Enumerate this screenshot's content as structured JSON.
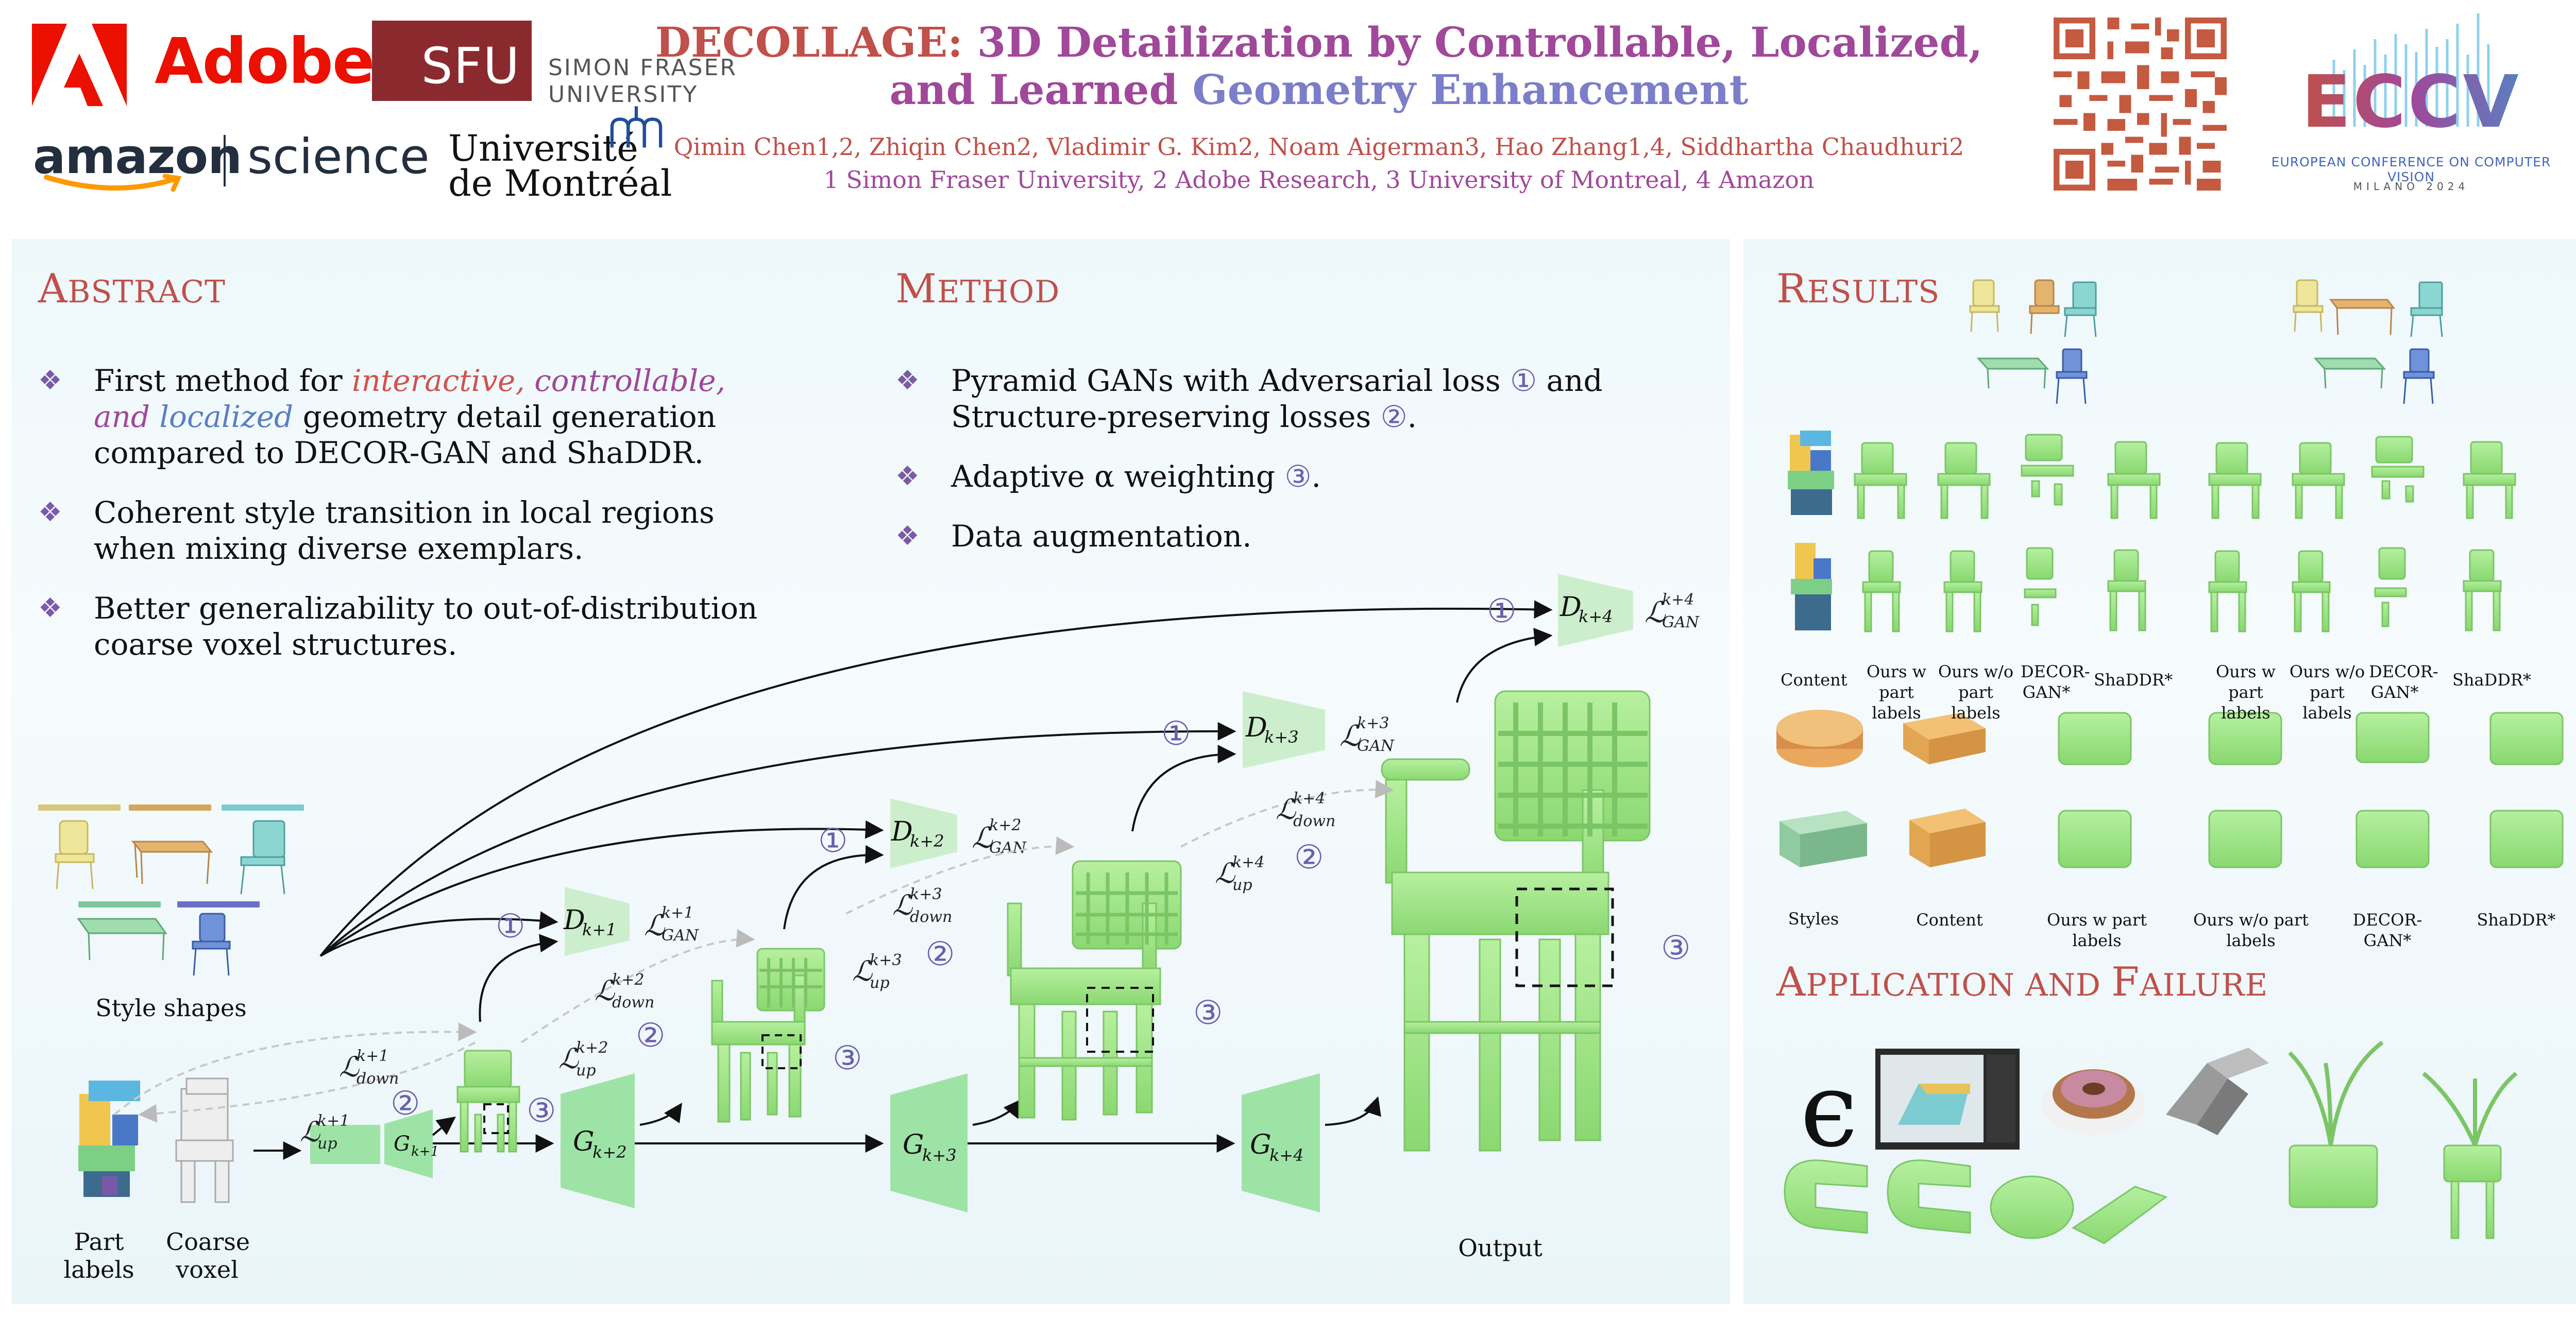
{
  "header": {
    "logos": {
      "adobe": "Adobe",
      "sfu_mark": "SFU",
      "sfu_name_line1": "SIMON FRASER",
      "sfu_name_line2": "UNIVERSITY",
      "amazon": "amazon",
      "science": "science",
      "udem_line1": "Université",
      "udem_line2": "de Montréal",
      "eccv_word": "ECCV",
      "eccv_subtitle": "EUROPEAN CONFERENCE ON COMPUTER VISION",
      "eccv_city": "MILANO 2024"
    },
    "title": {
      "part1": "DECOLLAGE: ",
      "part2": "3D Detailization by Controllable, Localized,",
      "part3": "and Learned ",
      "part4": "Geometry Enhancement"
    },
    "authors": "Qimin Chen1,2, Zhiqin Chen2, Vladimir G. Kim2, Noam Aigerman3, Hao Zhang1,4, Siddhartha Chaudhuri2",
    "affiliations": "1 Simon Fraser University, 2 Adobe Research, 3 University of Montreal, 4 Amazon"
  },
  "abstract": {
    "heading_first": "A",
    "heading_rest": "BSTRACT",
    "bullet_symbol": "❖",
    "b1_prefix": "First method for ",
    "b1_i1": "interactive, ",
    "b1_i2": "controllable, and",
    "b1_i3": "localized",
    "b1_suffix": " geometry detail generation compared to DECOR-GAN and ShaDDR.",
    "b2": "Coherent style transition in local regions when mixing diverse exemplars.",
    "b3": "Better generalizability to out-of-distribution coarse voxel structures."
  },
  "method": {
    "heading_first": "M",
    "heading_rest": "ETHOD",
    "b1_text1": "Pyramid GANs with Adversarial loss ",
    "b1_c1": "①",
    "b1_text2": " and Structure-preserving losses ",
    "b1_c2": "②",
    "b1_text3": ".",
    "b2_text1": "Adaptive α weighting ",
    "b2_c3": "③",
    "b2_text2": ".",
    "b3": "Data augmentation."
  },
  "pipeline": {
    "labels": {
      "style_shapes": "Style shapes",
      "part_labels_1": "Part",
      "part_labels_2": "labels",
      "coarse_voxel_1": "Coarse",
      "coarse_voxel_2": "voxel",
      "output": "Output"
    },
    "generators": [
      "G",
      "G",
      "G",
      "G"
    ],
    "generator_subs": [
      "k+1",
      "k+2",
      "k+3",
      "k+4"
    ],
    "discriminators": [
      "D",
      "D",
      "D",
      "D"
    ],
    "discriminator_subs": [
      "k+1",
      "k+2",
      "k+3",
      "k+4"
    ],
    "loss_symbol": "ℒ",
    "gan_sub": "GAN",
    "down_sub": "down",
    "up_sub": "up",
    "circle1": "①",
    "circle2": "②",
    "circle3": "③"
  },
  "results": {
    "heading_first": "R",
    "heading_rest": "ESULTS",
    "chair_labels": [
      "Content",
      "Ours w part labels",
      "Ours w/o part labels",
      "DECOR- GAN*",
      "ShaDDR*",
      "Ours w part labels",
      "Ours w/o part labels",
      "DECOR- GAN*",
      "ShaDDR*"
    ],
    "building_labels": [
      "Styles",
      "Content",
      "Ours w part labels",
      "Ours w/o part labels",
      "DECOR-GAN*",
      "ShaDDR*"
    ]
  },
  "application": {
    "heading_first_1": "A",
    "heading_rest_1": "PPLICATION AND ",
    "heading_first_2": "F",
    "heading_rest_2": "AILURE",
    "epsilon_glyph": "ϵ"
  },
  "colors": {
    "accent_red": "#c0504a",
    "accent_purple": "#a0489a",
    "accent_blue": "#5b7ec2",
    "mesh_green": "#a6ea8c",
    "network_green": "#9ee3a6",
    "panel_bg": "#eef8fb"
  }
}
